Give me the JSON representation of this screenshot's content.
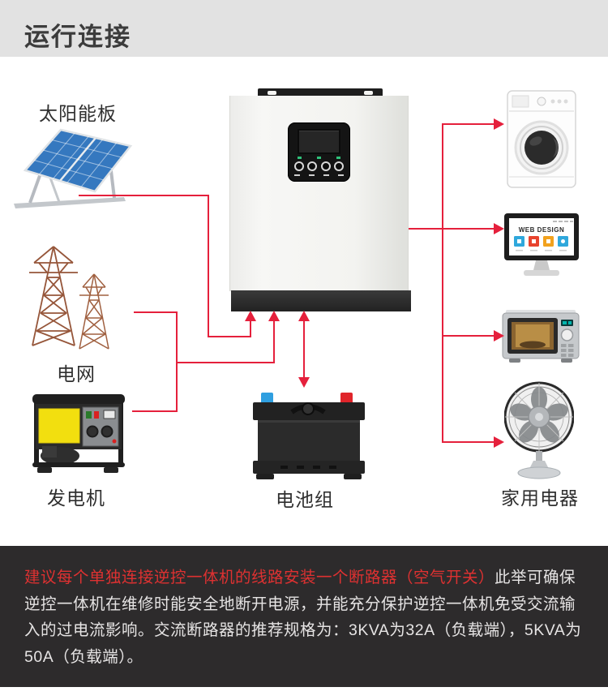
{
  "header": {
    "title": "运行连接"
  },
  "diagram": {
    "solar_label": "太阳能板",
    "grid_label": "电网",
    "generator_label": "发电机",
    "battery_label": "电池组",
    "appliances_label": "家用电器",
    "monitor_screen_text": "WEB DESIGN"
  },
  "note": {
    "highlight": "建议每个单独连接逆控一体机的线路安装一个断路器（空气开关）",
    "body": "此举可确保逆控一体机在维修时能安全地断开电源，并能充分保护逆控一体机免受交流输入的过电流影响。交流断路器的推荐规格为：3KVA为32A（负载端），5KVA为50A（负载端）。"
  },
  "colors": {
    "line_red": "#e5203c",
    "note_background": "#2d2b2c",
    "note_highlight_red": "#de3131",
    "header_background": "#e2e2e2"
  }
}
